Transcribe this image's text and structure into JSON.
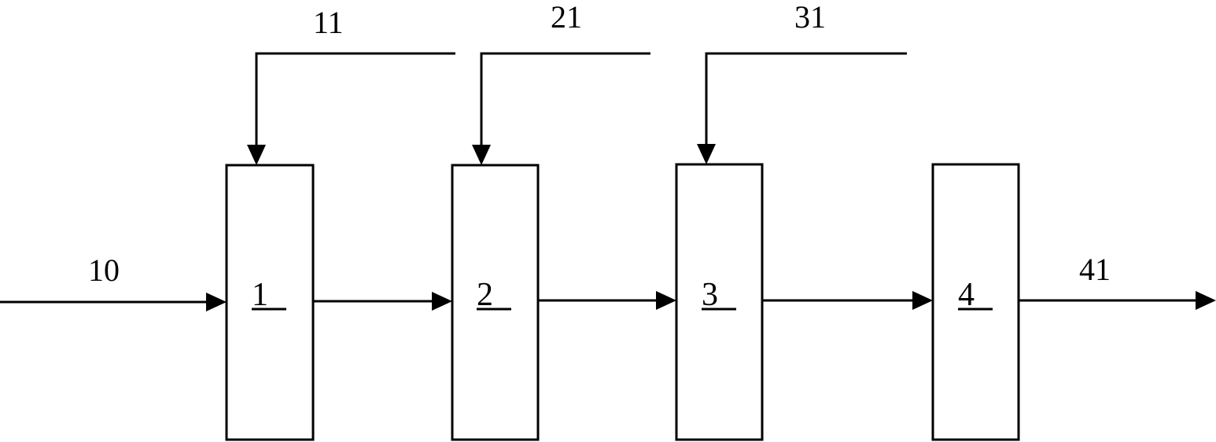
{
  "blocks": [
    {
      "label": "1"
    },
    {
      "label": "2"
    },
    {
      "label": "3"
    },
    {
      "label": "4"
    }
  ],
  "streams": {
    "input": "10",
    "feed_1": "11",
    "feed_2": "21",
    "feed_3": "31",
    "output": "41"
  },
  "colors": {
    "stroke": "#000000",
    "background": "#ffffff"
  }
}
